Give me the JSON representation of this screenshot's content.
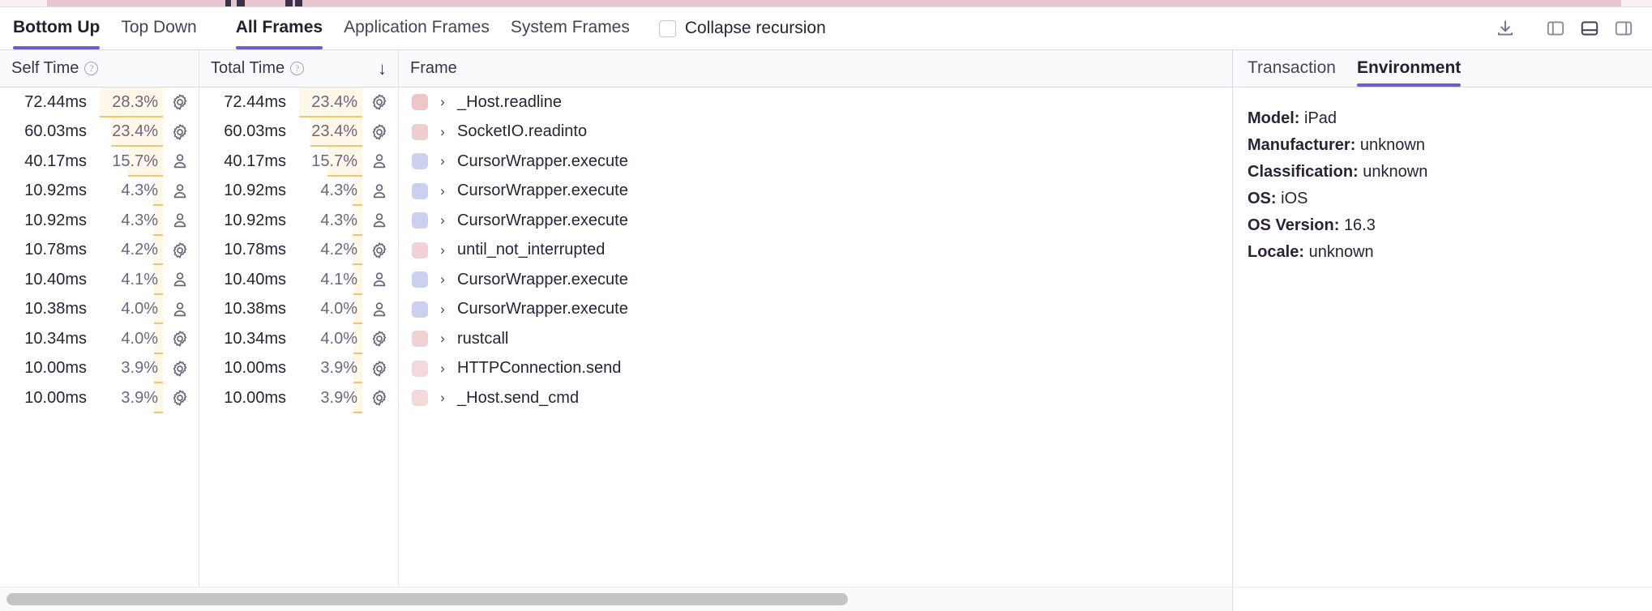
{
  "flamegraph_strip": {
    "name": "flamegraph-minimap"
  },
  "toolbar": {
    "view_tabs": [
      {
        "label": "Bottom Up",
        "active": true
      },
      {
        "label": "Top Down",
        "active": false
      }
    ],
    "frame_tabs": [
      {
        "label": "All Frames",
        "active": true
      },
      {
        "label": "Application Frames",
        "active": false
      },
      {
        "label": "System Frames",
        "active": false
      }
    ],
    "collapse_recursion": {
      "label": "Collapse recursion",
      "checked": false
    },
    "actions": [
      {
        "name": "download-icon",
        "label": "Export"
      },
      {
        "name": "layout-left-panel-icon",
        "label": "Left panel",
        "active": false
      },
      {
        "name": "layout-bottom-panel-icon",
        "label": "Bottom panel",
        "active": true
      },
      {
        "name": "layout-right-panel-icon",
        "label": "Right panel",
        "active": false
      }
    ]
  },
  "table": {
    "columns": [
      {
        "key": "self_time",
        "label": "Self Time",
        "has_help": true,
        "sorted": false
      },
      {
        "key": "total_time",
        "label": "Total Time",
        "has_help": true,
        "sorted": true,
        "sort_direction": "desc",
        "sort_glyph": "↓"
      },
      {
        "key": "frame",
        "label": "Frame",
        "has_help": false,
        "sorted": false
      }
    ],
    "rows": [
      {
        "self_ms": "72.44ms",
        "self_pct": "28.3%",
        "self_pct_value": 28.3,
        "total_ms": "72.44ms",
        "total_pct": "23.4%",
        "total_pct_value": 28.3,
        "kind": "system",
        "kind_icon": "gear-icon",
        "swatch_color": "#efc5c8",
        "expanded": false,
        "frame": "_Host.readline"
      },
      {
        "self_ms": "60.03ms",
        "self_pct": "23.4%",
        "self_pct_value": 23.4,
        "total_ms": "60.03ms",
        "total_pct": "23.4%",
        "total_pct_value": 23.4,
        "kind": "system",
        "kind_icon": "gear-icon",
        "swatch_color": "#f0cdd0",
        "expanded": false,
        "frame": "SocketIO.readinto"
      },
      {
        "self_ms": "40.17ms",
        "self_pct": "15.7%",
        "self_pct_value": 15.7,
        "total_ms": "40.17ms",
        "total_pct": "15.7%",
        "total_pct_value": 15.7,
        "kind": "application",
        "kind_icon": "person-icon",
        "swatch_color": "#ccd0ef",
        "expanded": false,
        "frame": "CursorWrapper.execute"
      },
      {
        "self_ms": "10.92ms",
        "self_pct": "4.3%",
        "self_pct_value": 4.3,
        "total_ms": "10.92ms",
        "total_pct": "4.3%",
        "total_pct_value": 4.3,
        "kind": "application",
        "kind_icon": "person-icon",
        "swatch_color": "#ccd0ef",
        "expanded": false,
        "frame": "CursorWrapper.execute"
      },
      {
        "self_ms": "10.92ms",
        "self_pct": "4.3%",
        "self_pct_value": 4.3,
        "total_ms": "10.92ms",
        "total_pct": "4.3%",
        "total_pct_value": 4.3,
        "kind": "application",
        "kind_icon": "person-icon",
        "swatch_color": "#ccd0ef",
        "expanded": false,
        "frame": "CursorWrapper.execute"
      },
      {
        "self_ms": "10.78ms",
        "self_pct": "4.2%",
        "self_pct_value": 4.2,
        "total_ms": "10.78ms",
        "total_pct": "4.2%",
        "total_pct_value": 4.2,
        "kind": "system",
        "kind_icon": "gear-icon",
        "swatch_color": "#f2d3d5",
        "expanded": false,
        "frame": "until_not_interrupted"
      },
      {
        "self_ms": "10.40ms",
        "self_pct": "4.1%",
        "self_pct_value": 4.1,
        "total_ms": "10.40ms",
        "total_pct": "4.1%",
        "total_pct_value": 4.1,
        "kind": "application",
        "kind_icon": "person-icon",
        "swatch_color": "#ccd0ef",
        "expanded": false,
        "frame": "CursorWrapper.execute"
      },
      {
        "self_ms": "10.38ms",
        "self_pct": "4.0%",
        "self_pct_value": 4.0,
        "total_ms": "10.38ms",
        "total_pct": "4.0%",
        "total_pct_value": 4.0,
        "kind": "application",
        "kind_icon": "person-icon",
        "swatch_color": "#ccd0ef",
        "expanded": false,
        "frame": "CursorWrapper.execute"
      },
      {
        "self_ms": "10.34ms",
        "self_pct": "4.0%",
        "self_pct_value": 4.0,
        "total_ms": "10.34ms",
        "total_pct": "4.0%",
        "total_pct_value": 4.0,
        "kind": "system",
        "kind_icon": "gear-icon",
        "swatch_color": "#f2d3d5",
        "expanded": false,
        "frame": "rustcall"
      },
      {
        "self_ms": "10.00ms",
        "self_pct": "3.9%",
        "self_pct_value": 3.9,
        "total_ms": "10.00ms",
        "total_pct": "3.9%",
        "total_pct_value": 3.9,
        "kind": "system",
        "kind_icon": "gear-icon",
        "swatch_color": "#f4d8da",
        "expanded": false,
        "frame": "HTTPConnection.send"
      },
      {
        "self_ms": "10.00ms",
        "self_pct": "3.9%",
        "self_pct_value": 3.9,
        "total_ms": "10.00ms",
        "total_pct": "3.9%",
        "total_pct_value": 3.9,
        "kind": "system",
        "kind_icon": "gear-icon",
        "swatch_color": "#f4d8da",
        "expanded": false,
        "frame": "_Host.send_cmd"
      }
    ]
  },
  "details_panel": {
    "tabs": [
      {
        "label": "Transaction",
        "active": false
      },
      {
        "label": "Environment",
        "active": true
      }
    ],
    "environment": [
      {
        "key": "Model:",
        "value": "iPad"
      },
      {
        "key": "Manufacturer:",
        "value": "unknown"
      },
      {
        "key": "Classification:",
        "value": "unknown"
      },
      {
        "key": "OS:",
        "value": "iOS"
      },
      {
        "key": "OS Version:",
        "value": "16.3"
      },
      {
        "key": "Locale:",
        "value": "unknown"
      }
    ]
  },
  "scrollbar": {
    "name": "horizontal-scrollbar",
    "thumb_fraction": 0.69
  },
  "colors": {
    "accent": "#6c5fc7",
    "bar_fill": "#fdf8e8",
    "bar_underline": "#f0c674",
    "system_frame": "#efc5c8",
    "application_frame": "#ccd0ef",
    "text": "#2b2233",
    "muted_text": "#6f6580",
    "header_bg": "#fafafc",
    "border": "#e0dae5"
  }
}
